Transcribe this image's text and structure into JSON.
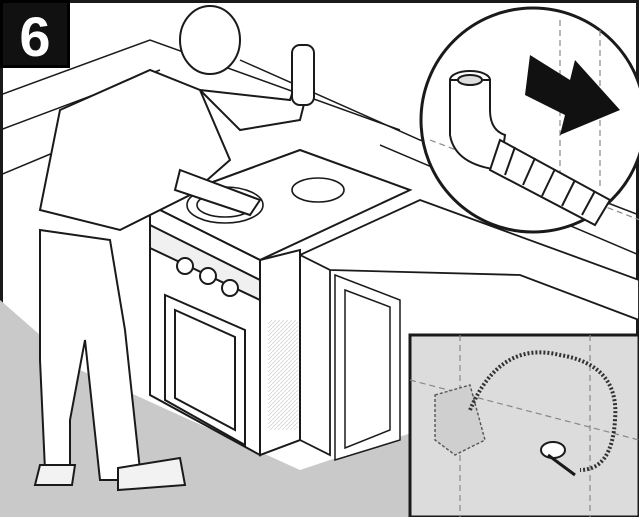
{
  "step": {
    "number": "6"
  },
  "figure": {
    "panels": [
      "main-scene",
      "detail-circle-duct-fitting",
      "detail-box-conduit-junction"
    ]
  },
  "colors": {
    "outline": "#1a1a1a",
    "floor_gray": "#c7c7c7",
    "panel_gray": "#dcdcdc",
    "badge_bg": "#111111",
    "badge_fg": "#ffffff"
  },
  "icons": {
    "arrow": "right-arrow-icon"
  }
}
